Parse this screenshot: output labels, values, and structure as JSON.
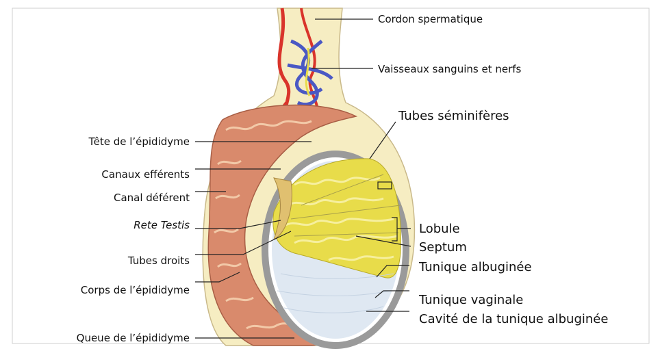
{
  "labels": {
    "cordon": "Cordon spermatique",
    "vaisseaux": "Vaisseaux sanguins et nerfs",
    "tete": "Tête de l’épididyme",
    "canaux_efferents": "Canaux efférents",
    "canal_deferent": "Canal déférent",
    "rete_testis": "Rete Testis",
    "tubes_droits": "Tubes droits",
    "corps": "Corps de l’épididyme",
    "queue": "Queue de l’épididyme",
    "tubes_seminiferes": "Tubes séminifères",
    "lobule": "Lobule",
    "septum": "Septum",
    "tunique_albuginee": "Tunique albuginée",
    "tunique_vaginale": "Tunique vaginale",
    "cavite": "Cavité de la tunique albuginée"
  },
  "colors": {
    "epididymis": "#d98a6c",
    "epididymis_light": "#f2c9a8",
    "tubules": "#e8dc4a",
    "tubules_light": "#f6ef9e",
    "cavity": "#dfe8f2",
    "tunica": "#9a9a9a",
    "artery": "#d9342b",
    "vein": "#4a58c4",
    "cord": "#f6edc2"
  }
}
